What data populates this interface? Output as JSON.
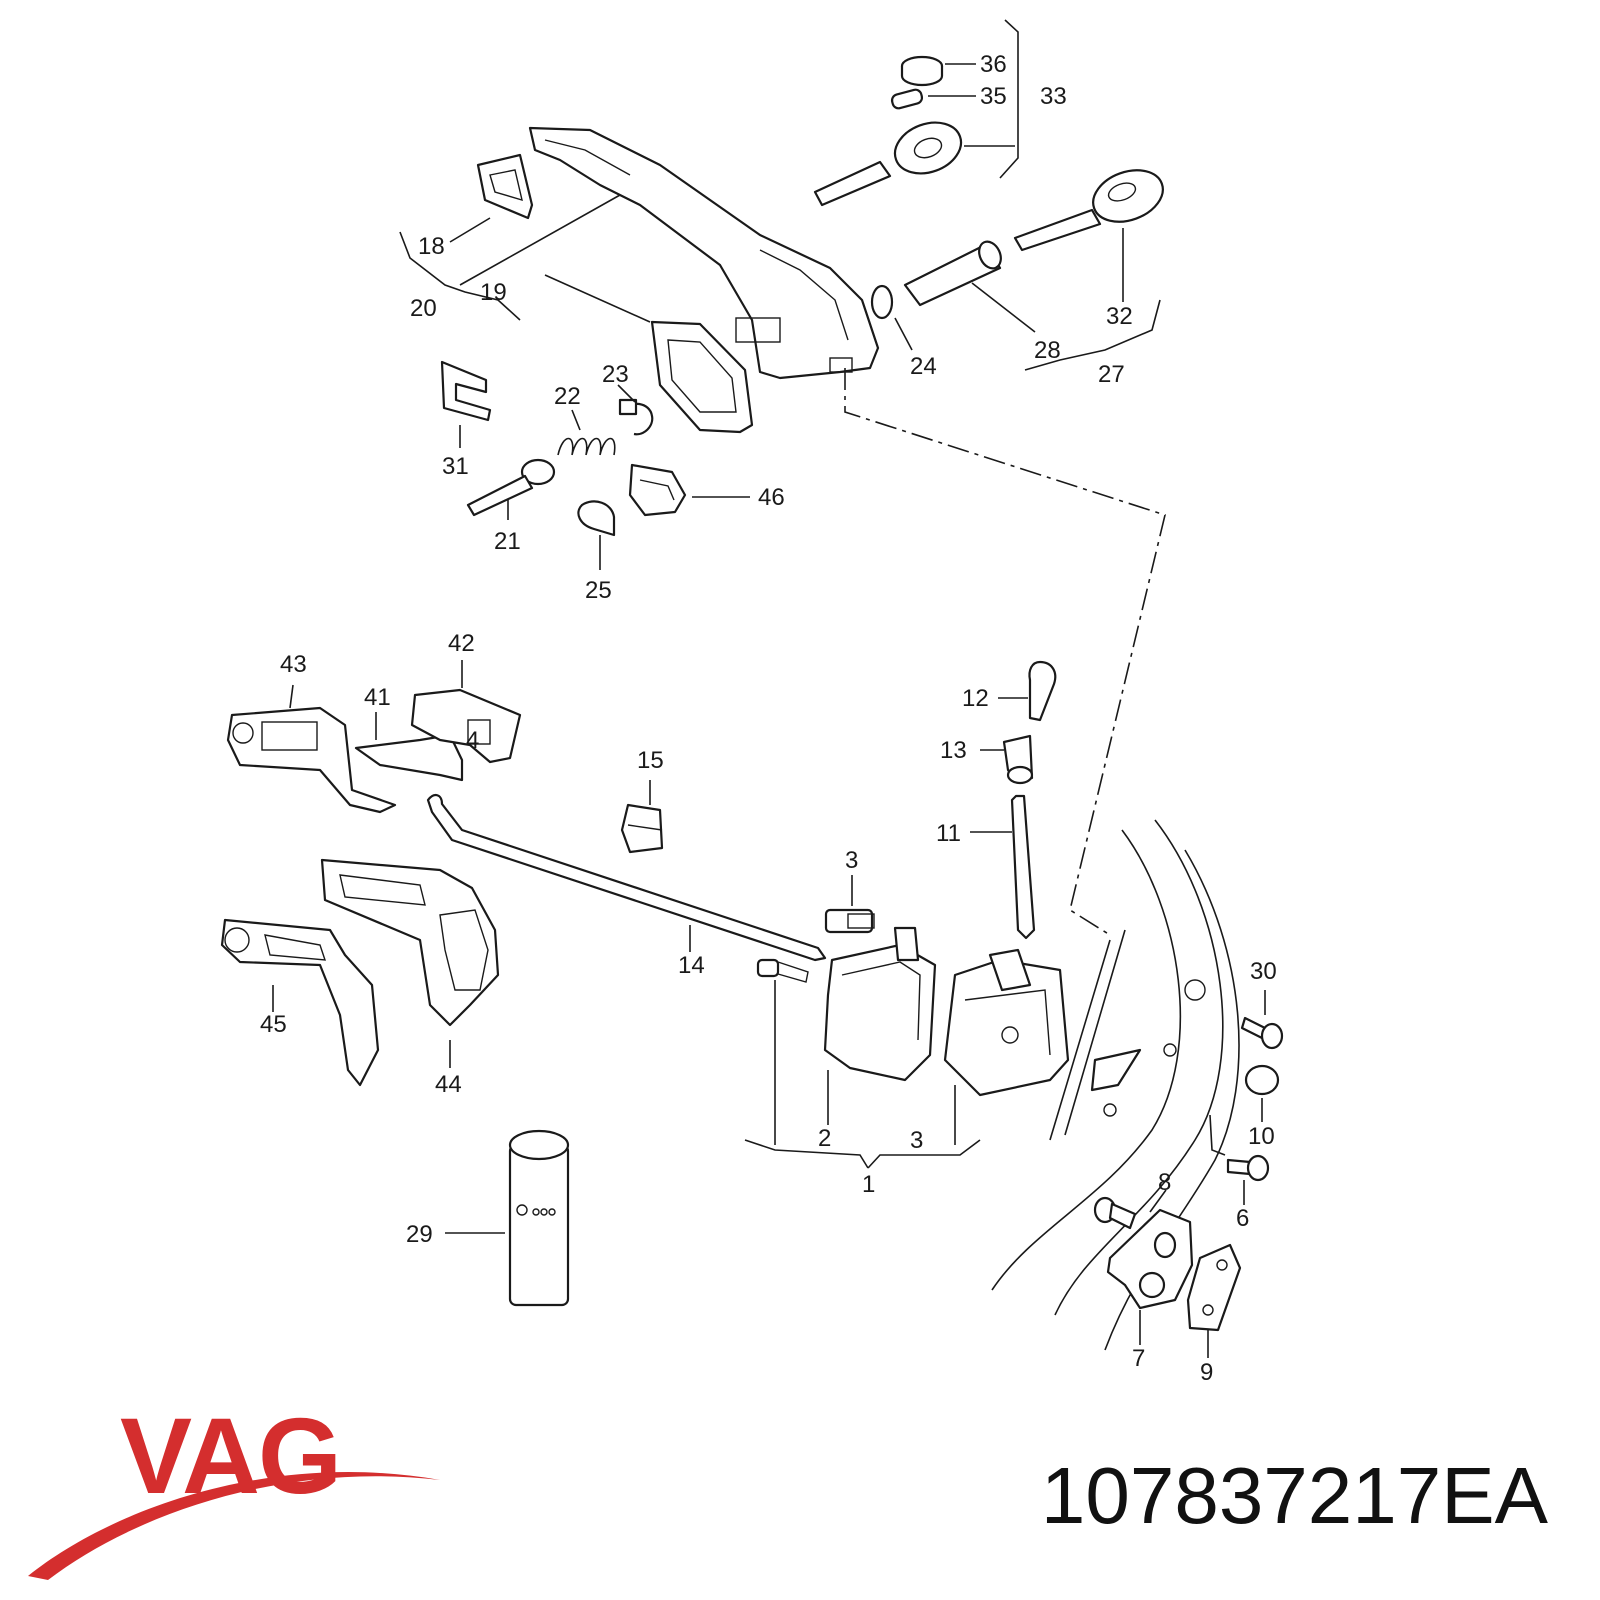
{
  "brand": {
    "name": "VAG",
    "color": "#d42e2e"
  },
  "part_number": "107837217EA",
  "callouts": [
    {
      "id": "c36",
      "text": "36"
    },
    {
      "id": "c35",
      "text": "35"
    },
    {
      "id": "c33",
      "text": "33"
    },
    {
      "id": "c18",
      "text": "18"
    },
    {
      "id": "c20",
      "text": "20"
    },
    {
      "id": "c19",
      "text": "19"
    },
    {
      "id": "c32",
      "text": "32"
    },
    {
      "id": "c24",
      "text": "24"
    },
    {
      "id": "c28",
      "text": "28"
    },
    {
      "id": "c27",
      "text": "27"
    },
    {
      "id": "c23",
      "text": "23"
    },
    {
      "id": "c22",
      "text": "22"
    },
    {
      "id": "c31",
      "text": "31"
    },
    {
      "id": "c21",
      "text": "21"
    },
    {
      "id": "c46",
      "text": "46"
    },
    {
      "id": "c25",
      "text": "25"
    },
    {
      "id": "c43",
      "text": "43"
    },
    {
      "id": "c42",
      "text": "42"
    },
    {
      "id": "c41",
      "text": "41"
    },
    {
      "id": "c4",
      "text": "4"
    },
    {
      "id": "c15",
      "text": "15"
    },
    {
      "id": "c12",
      "text": "12"
    },
    {
      "id": "c13",
      "text": "13"
    },
    {
      "id": "c11",
      "text": "11"
    },
    {
      "id": "c3a",
      "text": "3"
    },
    {
      "id": "c14",
      "text": "14"
    },
    {
      "id": "c30",
      "text": "30"
    },
    {
      "id": "c45",
      "text": "45"
    },
    {
      "id": "c44",
      "text": "44"
    },
    {
      "id": "c10",
      "text": "10"
    },
    {
      "id": "c2",
      "text": "2"
    },
    {
      "id": "c3b",
      "text": "3"
    },
    {
      "id": "c1",
      "text": "1"
    },
    {
      "id": "c8",
      "text": "8"
    },
    {
      "id": "c6",
      "text": "6"
    },
    {
      "id": "c29",
      "text": "29"
    },
    {
      "id": "c7",
      "text": "7"
    },
    {
      "id": "c9",
      "text": "9"
    }
  ]
}
